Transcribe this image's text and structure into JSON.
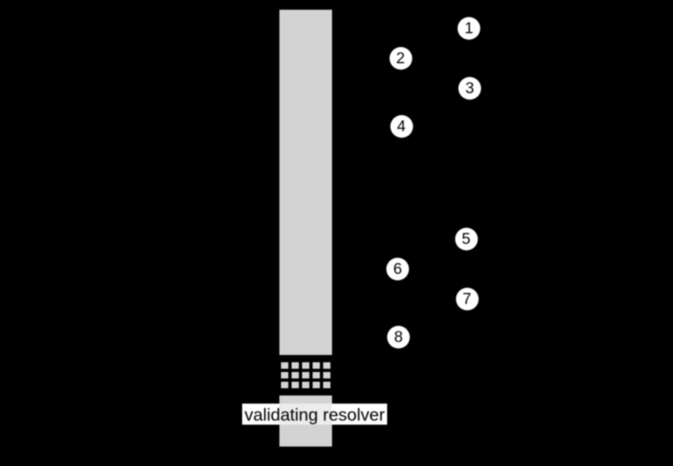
{
  "diagram": {
    "type": "dns-resolution-flow",
    "background_color": "#000000",
    "resolver": {
      "label": "validating resolver",
      "bar_color": "#d3d3d3",
      "label_bg_color": "#ffffff",
      "label_text_color": "#000000",
      "cache_grid": {
        "rows": 3,
        "columns": 5,
        "cell_color": "#d3d3d3"
      }
    },
    "steps": [
      "1",
      "2",
      "3",
      "4",
      "5",
      "6",
      "7",
      "8"
    ]
  }
}
